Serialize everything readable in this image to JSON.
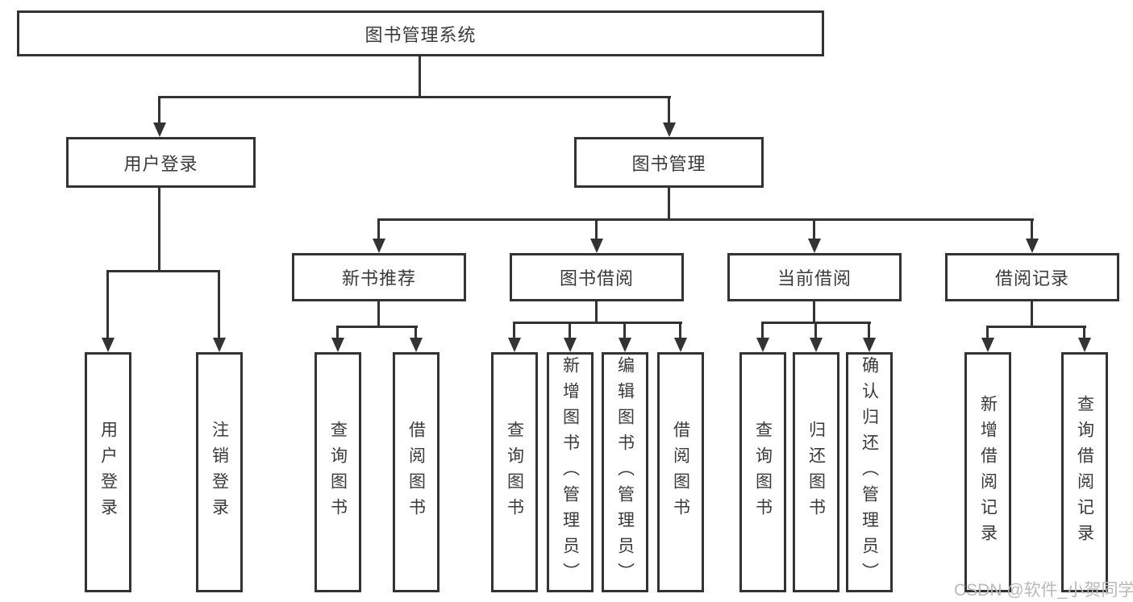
{
  "diagram_title": "图书管理系统",
  "watermark": "CSDN @软件_小贺同学",
  "colors": {
    "line": "#333333",
    "text": "#3a3a3a",
    "background": "#ffffff",
    "watermark": "#b9b9b9"
  },
  "tree": {
    "root": "图书管理系统",
    "branches": [
      {
        "label": "用户登录",
        "leaves": [
          "用户登录",
          "注销登录"
        ]
      },
      {
        "label": "图书管理",
        "groups": [
          {
            "label": "新书推荐",
            "leaves": [
              "查询图书",
              "借阅图书"
            ]
          },
          {
            "label": "图书借阅",
            "leaves": [
              "查询图书",
              "新增图书（管理员）",
              "编辑图书（管理员）",
              "借阅图书"
            ]
          },
          {
            "label": "当前借阅",
            "leaves": [
              "查询图书",
              "归还图书",
              "确认归还（管理员）"
            ]
          },
          {
            "label": "借阅记录",
            "leaves": [
              "新增借阅记录",
              "查询借阅记录"
            ]
          }
        ]
      }
    ]
  }
}
